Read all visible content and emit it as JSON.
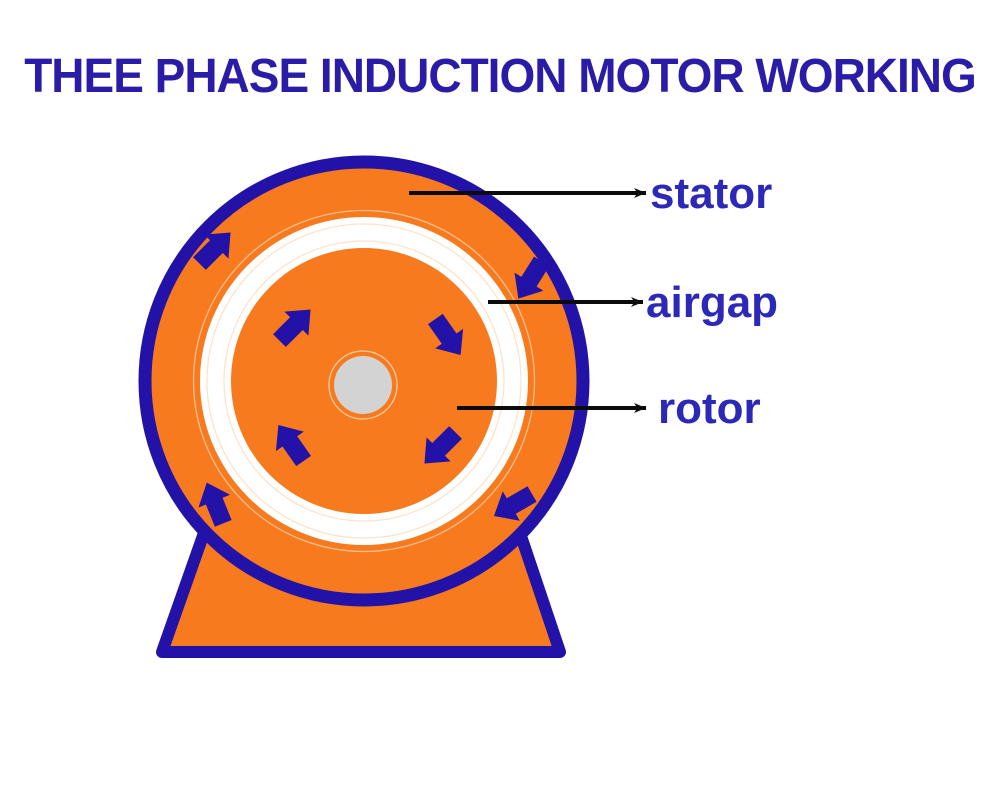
{
  "title": "THEE PHASE INDUCTION MOTOR WORKING",
  "callouts": [
    {
      "label": "stator"
    },
    {
      "label": "airgap"
    },
    {
      "label": "rotor"
    }
  ],
  "diagram": {
    "type": "annotated-diagram",
    "subject": "three phase induction motor cross-section",
    "parts": [
      "stator",
      "airgap",
      "rotor",
      "shaft",
      "base"
    ],
    "stator_rotation_arrow_count": 4,
    "rotor_rotation_arrow_count": 4,
    "rotation_direction": "clockwise"
  },
  "colors": {
    "background": "#FFFFFF",
    "motor_orange": "#F87A1E",
    "outline_blue": "#2312A8",
    "arrow_blue": "#2312A8",
    "title_blue": "#2A1CA6",
    "label_blue": "#2C28B8",
    "airgap_white": "#FFFFFF",
    "shaft_gray": "#D3D3D3",
    "callout_line_black": "#0B0B0B"
  }
}
